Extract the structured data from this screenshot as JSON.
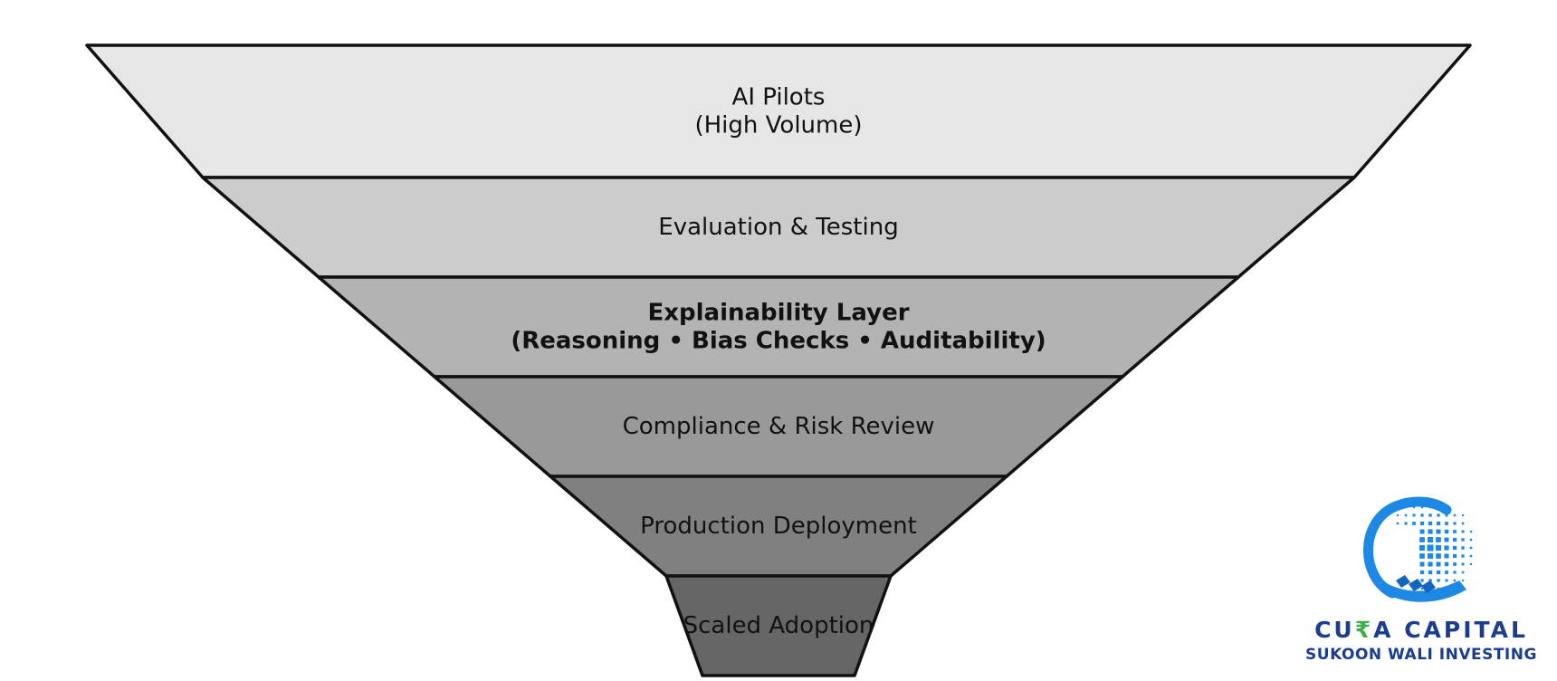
{
  "funnel": {
    "stages": [
      {
        "lines": [
          "AI Pilots",
          "(High Volume)"
        ],
        "bold": false,
        "fill": "#e6e6e6"
      },
      {
        "lines": [
          "Evaluation & Testing"
        ],
        "bold": false,
        "fill": "#cccccc"
      },
      {
        "lines": [
          "Explainability Layer",
          "(Reasoning • Bias Checks • Auditability)"
        ],
        "bold": true,
        "fill": "#b3b3b3"
      },
      {
        "lines": [
          "Compliance & Risk Review"
        ],
        "bold": false,
        "fill": "#999999"
      },
      {
        "lines": [
          "Production Deployment"
        ],
        "bold": false,
        "fill": "#808080"
      },
      {
        "lines": [
          "Scaled Adoption"
        ],
        "bold": false,
        "fill": "#666666"
      }
    ],
    "outline_color": "#111111"
  },
  "logo": {
    "name_prefix": "CU",
    "name_symbol": "₹",
    "name_suffix": "A CAPITAL",
    "tagline": "SUKOON WALI INVESTING",
    "brand_color": "#1a3d8f",
    "accent_color": "#1e88e5",
    "symbol_color": "#3fae49"
  }
}
